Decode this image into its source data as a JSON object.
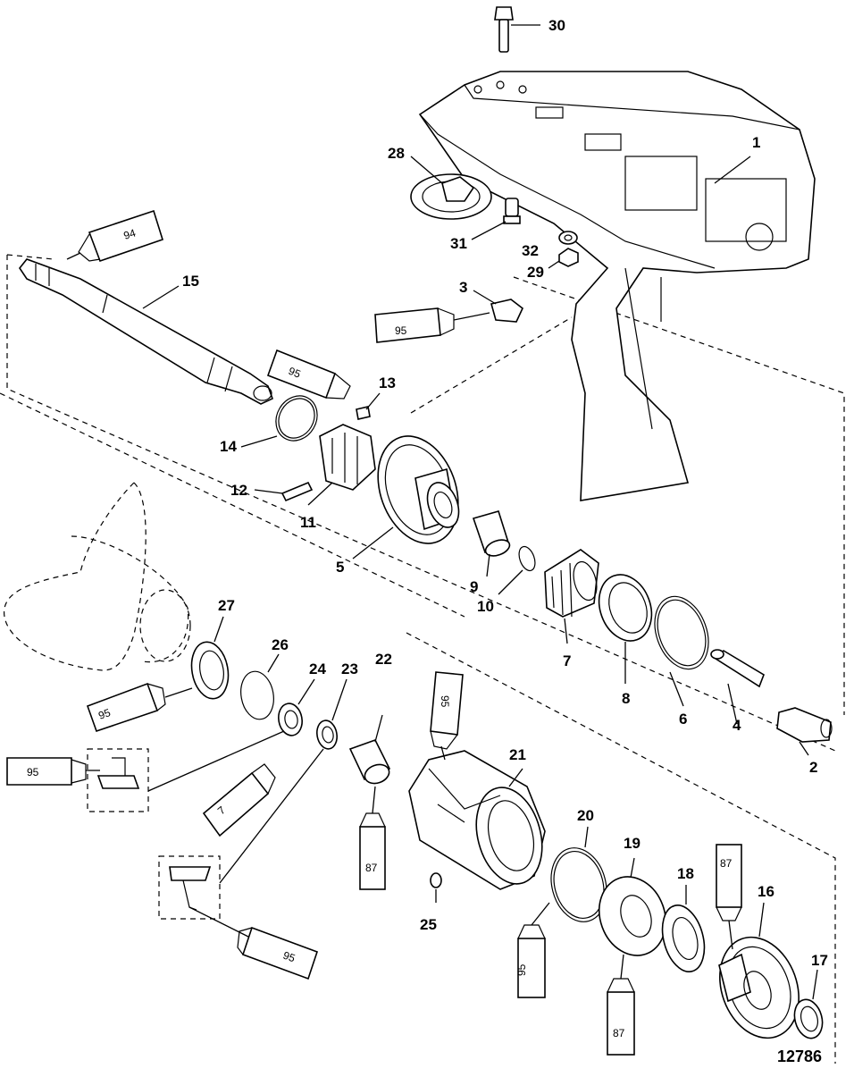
{
  "figure_number": "12786",
  "callouts": {
    "c1": "1",
    "c2": "2",
    "c3": "3",
    "c4": "4",
    "c5": "5",
    "c6": "6",
    "c7": "7",
    "c8": "8",
    "c9": "9",
    "c10": "10",
    "c11": "11",
    "c12": "12",
    "c13": "13",
    "c14": "14",
    "c15": "15",
    "c16": "16",
    "c17": "17",
    "c18": "18",
    "c19": "19",
    "c20": "20",
    "c21": "21",
    "c22": "22",
    "c23": "23",
    "c24": "24",
    "c25": "25",
    "c26": "26",
    "c27": "27",
    "c28": "28",
    "c29": "29",
    "c30": "30",
    "c31": "31",
    "c32": "32"
  },
  "lubricant_tubes": {
    "t94": "94",
    "t95_a": "95",
    "t95_b": "95",
    "t95_c": "95",
    "t95_d": "95",
    "t95_e": "95",
    "t95_f": "95",
    "t95_g": "95",
    "t7": "7",
    "t87_a": "87",
    "t87_b": "87",
    "t87_c": "87"
  }
}
